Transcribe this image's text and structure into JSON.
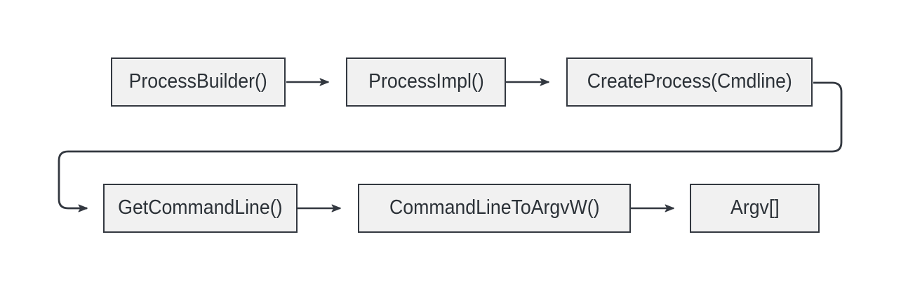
{
  "diagram": {
    "type": "flowchart",
    "direction": "left-to-right, wrapping to second row",
    "colors": {
      "background": "#ffffff",
      "node_fill": "#f1f1f1",
      "node_border": "#333840",
      "edge_stroke": "#333840",
      "text": "#2b3137"
    },
    "nodes": [
      {
        "id": "processbuilder",
        "label": "ProcessBuilder()"
      },
      {
        "id": "processimpl",
        "label": "ProcessImpl()"
      },
      {
        "id": "createprocess",
        "label": "CreateProcess(Cmdline)"
      },
      {
        "id": "getcommandline",
        "label": "GetCommandLine()"
      },
      {
        "id": "commandlinetoargvw",
        "label": "CommandLineToArgvW()"
      },
      {
        "id": "argv",
        "label": "Argv[]"
      }
    ],
    "edges": [
      {
        "from": "ProcessBuilder()",
        "to": "ProcessImpl()",
        "style": "straight-arrow"
      },
      {
        "from": "ProcessImpl()",
        "to": "CreateProcess(Cmdline)",
        "style": "straight-arrow"
      },
      {
        "from": "CreateProcess(Cmdline)",
        "to": "GetCommandLine()",
        "style": "wrap-around-rounded-arrow"
      },
      {
        "from": "GetCommandLine()",
        "to": "CommandLineToArgvW()",
        "style": "straight-arrow"
      },
      {
        "from": "CommandLineToArgvW()",
        "to": "Argv[]",
        "style": "straight-arrow"
      }
    ]
  }
}
